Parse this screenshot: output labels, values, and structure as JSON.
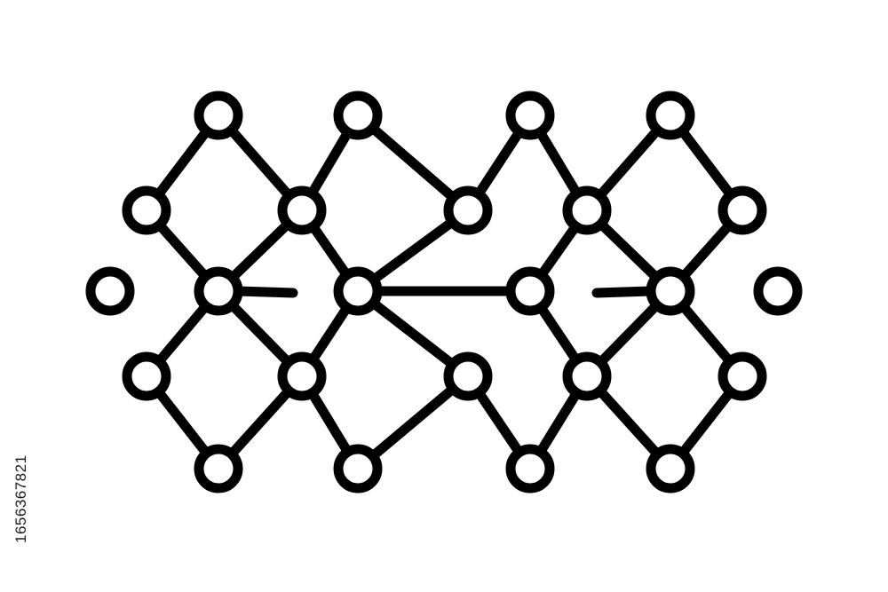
{
  "image": {
    "stock_id": "1656367821",
    "background_color": "#ffffff",
    "line_color": "#000000"
  },
  "diagram": {
    "kind": "node-link network icon",
    "node_count": 22,
    "edge_count": 32,
    "isolated_nodes": [
      "left-dot",
      "right-dot"
    ],
    "stub_edges": [
      "left-stub",
      "right-stub"
    ]
  }
}
